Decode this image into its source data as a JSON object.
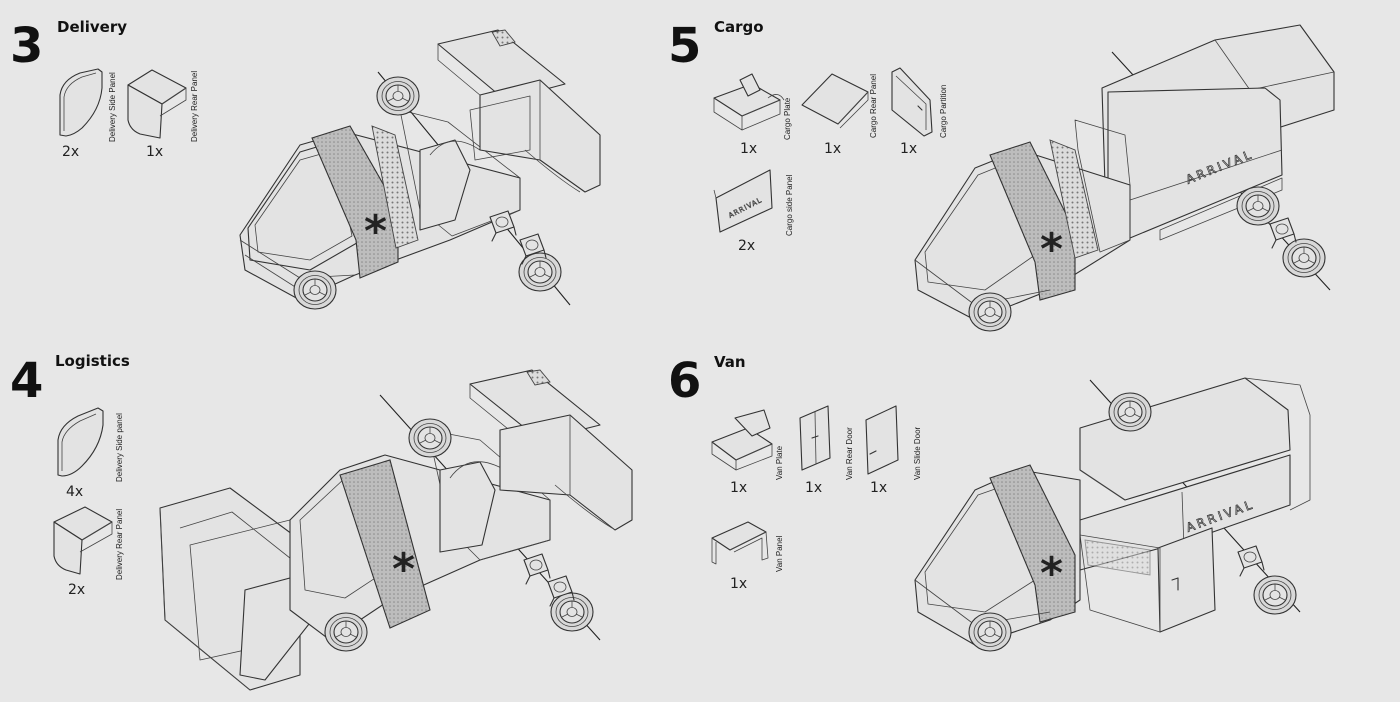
{
  "steps": [
    {
      "number": "3",
      "title": "Delivery",
      "parts": [
        {
          "label": "Delivery Side Panel",
          "qty": "2x",
          "icon": "delivery-side-panel-icon"
        },
        {
          "label": "Delivery Rear Panel",
          "qty": "1x",
          "icon": "delivery-rear-panel-icon"
        }
      ]
    },
    {
      "number": "4",
      "title": "Logistics",
      "parts": [
        {
          "label": "Delivery Side panel",
          "qty": "4x",
          "icon": "delivery-side-panel-icon"
        },
        {
          "label": "Delivery Rear Panel",
          "qty": "2x",
          "icon": "delivery-rear-panel-icon"
        }
      ]
    },
    {
      "number": "5",
      "title": "Cargo",
      "parts": [
        {
          "label": "Cargo Plate",
          "qty": "1x",
          "icon": "cargo-plate-icon"
        },
        {
          "label": "Cargo Rear Panel",
          "qty": "1x",
          "icon": "cargo-rear-panel-icon"
        },
        {
          "label": "Cargo Partition",
          "qty": "1x",
          "icon": "cargo-partition-icon"
        },
        {
          "label": "Cargo side Panel",
          "qty": "2x",
          "icon": "cargo-side-panel-icon"
        }
      ]
    },
    {
      "number": "6",
      "title": "Van",
      "parts": [
        {
          "label": "Van Plate",
          "qty": "1x",
          "icon": "van-plate-icon"
        },
        {
          "label": "Van Rear Door",
          "qty": "1x",
          "icon": "van-rear-door-icon"
        },
        {
          "label": "Van Slide Door",
          "qty": "1x",
          "icon": "van-slide-door-icon"
        },
        {
          "label": "Van Panel",
          "qty": "1x",
          "icon": "van-panel-icon"
        }
      ]
    }
  ],
  "brand_text": "ARRIVAL",
  "brand_mark": "*"
}
